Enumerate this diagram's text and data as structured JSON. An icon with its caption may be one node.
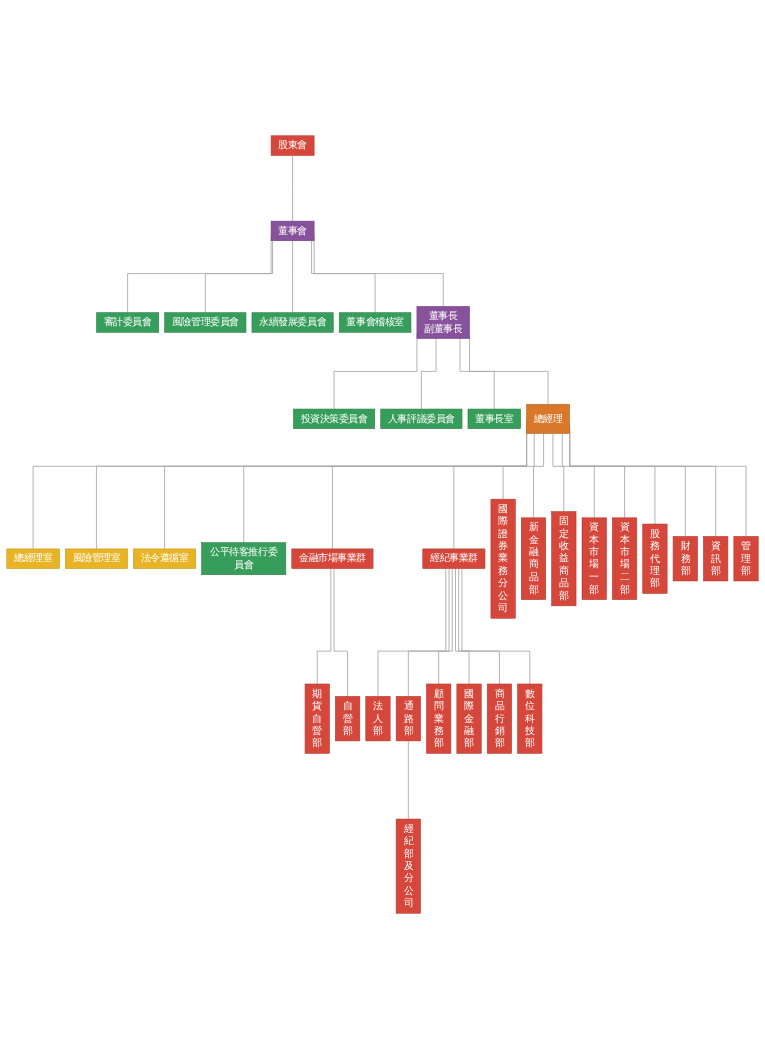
{
  "diagram": {
    "nodes": [
      {
        "text": [
          "股東會"
        ]
      },
      {
        "text": [
          "董事會"
        ]
      },
      {
        "text": [
          "審計委員會"
        ]
      },
      {
        "text": [
          "風險管理委員會"
        ]
      },
      {
        "text": [
          "永續發展委員會"
        ]
      },
      {
        "text": [
          "董事會稽核室"
        ]
      },
      {
        "text": [
          "董事長",
          "副董事長"
        ]
      },
      {
        "text": [
          "投資決策委員會"
        ]
      },
      {
        "text": [
          "人事評議委員會"
        ]
      },
      {
        "text": [
          "董事長室"
        ]
      },
      {
        "text": [
          "總經理"
        ]
      },
      {
        "text": [
          "總經理室"
        ]
      },
      {
        "text": [
          "風險管理室"
        ]
      },
      {
        "text": [
          "法令遵循室"
        ]
      },
      {
        "text": [
          "公平待客推行委員會"
        ]
      },
      {
        "text": [
          "金融市場事業群"
        ]
      },
      {
        "text": [
          "經紀事業群"
        ]
      },
      {
        "text": [
          "期貨自營部"
        ]
      },
      {
        "text": [
          "自營部"
        ]
      },
      {
        "text": [
          "法人部"
        ]
      },
      {
        "text": [
          "通路部"
        ]
      },
      {
        "text": [
          "顧問業務部"
        ]
      },
      {
        "text": [
          "國際金融部"
        ]
      },
      {
        "text": [
          "商品行銷部"
        ]
      },
      {
        "text": [
          "數位科技部"
        ]
      },
      {
        "text": [
          "國際證券業務分公司"
        ]
      },
      {
        "text": [
          "新金融商品部"
        ]
      },
      {
        "text": [
          "固定收益商品部"
        ]
      },
      {
        "text": [
          "資本市場一部"
        ]
      },
      {
        "text": [
          "資本市場二部"
        ]
      },
      {
        "text": [
          "股務代理部"
        ]
      },
      {
        "text": [
          "財務部"
        ]
      },
      {
        "text": [
          "資訊部"
        ]
      },
      {
        "text": [
          "管理部"
        ]
      },
      {
        "text": [
          "經紀部及分公司"
        ]
      }
    ],
    "edges": [
      {
        "from": 0,
        "to": 1,
        "arrow": "none"
      },
      {
        "from": 1,
        "to": 2,
        "arrow": "none"
      },
      {
        "from": 1,
        "to": 3,
        "arrow": "none"
      },
      {
        "from": 1,
        "to": 4,
        "arrow": "none"
      },
      {
        "from": 1,
        "to": 5,
        "arrow": "none"
      },
      {
        "from": 1,
        "to": 6,
        "arrow": "none"
      },
      {
        "from": 6,
        "to": 7,
        "arrow": "none"
      },
      {
        "from": 6,
        "to": 8,
        "arrow": "none"
      },
      {
        "from": 6,
        "to": 9,
        "arrow": "none"
      },
      {
        "from": 6,
        "to": 10,
        "arrow": "none"
      },
      {
        "from": 10,
        "to": 11,
        "arrow": "none"
      },
      {
        "from": 10,
        "to": 12,
        "arrow": "none"
      },
      {
        "from": 10,
        "to": 13,
        "arrow": "none"
      },
      {
        "from": 10,
        "to": 14,
        "arrow": "none"
      },
      {
        "from": 10,
        "to": 15,
        "arrow": "none"
      },
      {
        "from": 10,
        "to": 16,
        "arrow": "none"
      },
      {
        "from": 10,
        "to": 25,
        "arrow": "none"
      },
      {
        "from": 10,
        "to": 26,
        "arrow": "none"
      },
      {
        "from": 10,
        "to": 27,
        "arrow": "none"
      },
      {
        "from": 10,
        "to": 28,
        "arrow": "none"
      },
      {
        "from": 10,
        "to": 29,
        "arrow": "none"
      },
      {
        "from": 10,
        "to": 30,
        "arrow": "none"
      },
      {
        "from": 10,
        "to": 31,
        "arrow": "none"
      },
      {
        "from": 10,
        "to": 32,
        "arrow": "none"
      },
      {
        "from": 10,
        "to": 33,
        "arrow": "none"
      },
      {
        "from": 15,
        "to": 17,
        "arrow": "none"
      },
      {
        "from": 15,
        "to": 18,
        "arrow": "none"
      },
      {
        "from": 16,
        "to": 19,
        "arrow": "none"
      },
      {
        "from": 16,
        "to": 20,
        "arrow": "none"
      },
      {
        "from": 16,
        "to": 21,
        "arrow": "none"
      },
      {
        "from": 16,
        "to": 22,
        "arrow": "none"
      },
      {
        "from": 16,
        "to": 23,
        "arrow": "none"
      },
      {
        "from": 16,
        "to": 24,
        "arrow": "none"
      },
      {
        "from": 20,
        "to": 34,
        "arrow": "none"
      }
    ]
  }
}
